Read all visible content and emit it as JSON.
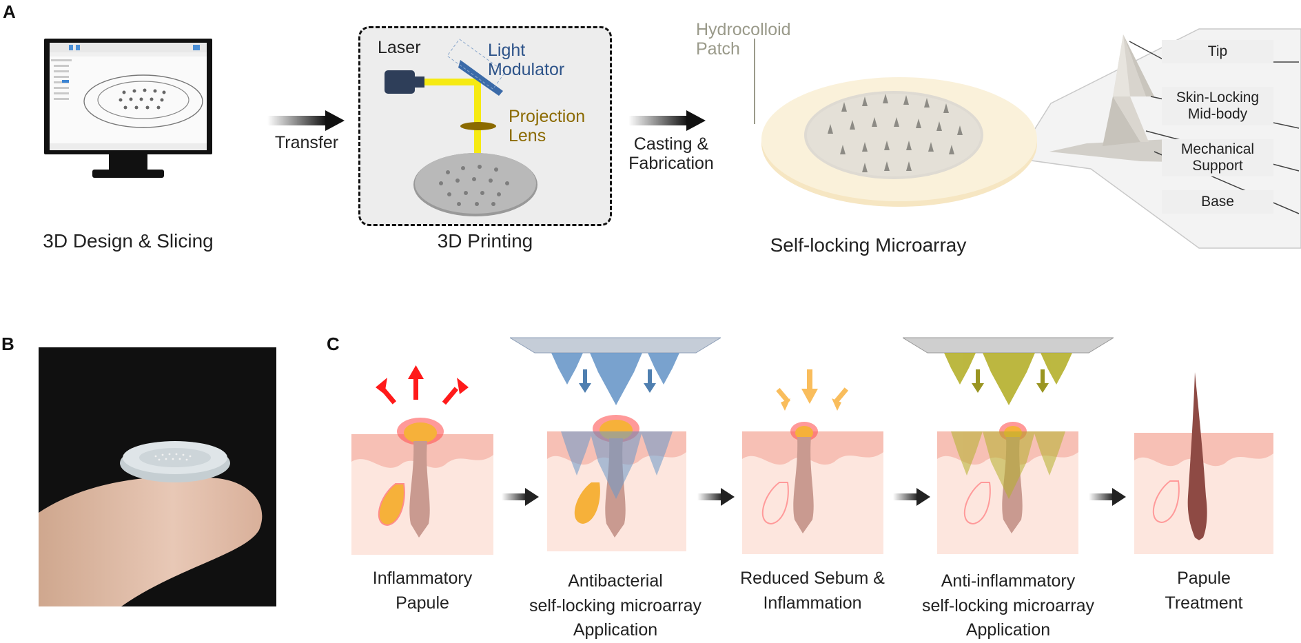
{
  "panels": {
    "a": "A",
    "b": "B",
    "c": "C"
  },
  "panel_a": {
    "design_label": "3D Design & Slicing",
    "transfer_label": "Transfer",
    "printer": {
      "laser": "Laser",
      "modulator_line1": "Light",
      "modulator_line2": "Modulator",
      "lens_line1": "Projection",
      "lens_line2": "Lens"
    },
    "printing_label": "3D Printing",
    "casting_line1": "Casting &",
    "casting_line2": "Fabrication",
    "patch_line1": "Hydrocolloid",
    "patch_line2": "Patch",
    "microarray_label": "Self-locking Microarray",
    "callouts": {
      "tip": "Tip",
      "midbody_line1": "Skin-Locking",
      "midbody_line2": "Mid-body",
      "support_line1": "Mechanical",
      "support_line2": "Support",
      "base": "Base"
    }
  },
  "panel_c": {
    "steps": [
      {
        "line1": "Inflammatory",
        "line2": "Papule",
        "line3": ""
      },
      {
        "line1": "Antibacterial",
        "line2": "self-locking microarray",
        "line3": "Application"
      },
      {
        "line1": "Reduced Sebum &",
        "line2": "Inflammation",
        "line3": ""
      },
      {
        "line1": "Anti-inflammatory",
        "line2": "self-locking microarray",
        "line3": "Application"
      },
      {
        "line1": "Papule",
        "line2": "Treatment",
        "line3": ""
      }
    ]
  },
  "colors": {
    "laser_beam": "#f6ea12",
    "lens": "#8b6a00",
    "modulator": "#3b6aa8",
    "antibacterial": "#5d8fc0",
    "anti_inflammatory": "#b5b02c",
    "inflammation": "#ff1a1a",
    "skin": "#f9cfc3"
  }
}
